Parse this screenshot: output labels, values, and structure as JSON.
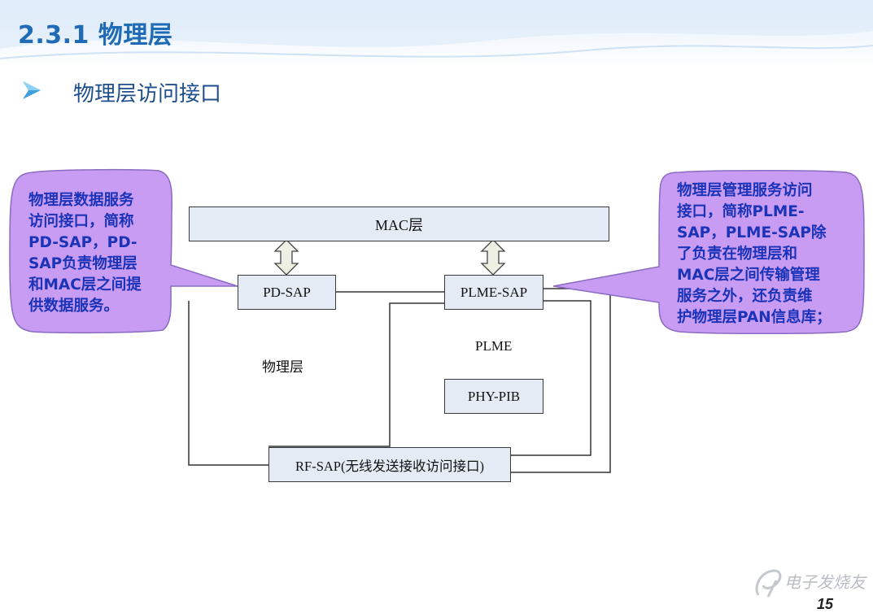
{
  "slide": {
    "title": "2.3.1  物理层",
    "bullet": "物理层访问接口",
    "page_number": "15"
  },
  "diagram": {
    "mac_layer": "MAC层",
    "pd_sap": "PD-SAP",
    "plme_sap": "PLME-SAP",
    "phy_layer": "物理层",
    "plme": "PLME",
    "phy_pib": "PHY-PIB",
    "rf_sap": "RF-SAP(无线发送接收访问接口)"
  },
  "callouts": {
    "left_lines": [
      "物理层数据服务",
      "访问接口，简称",
      "PD-SAP，PD-",
      "SAP负责物理层",
      "和MAC层之间提",
      "供数据服务。"
    ],
    "right_lines": [
      "物理层管理服务访问",
      "接口，简称PLME-",
      "SAP，PLME-SAP除",
      "了负责在物理层和",
      "MAC层之间传输管理",
      "服务之外，还负责维",
      "护物理层PAN信息库；"
    ]
  },
  "watermark": {
    "text": "电子发烧友"
  },
  "colors": {
    "title": "#1f6bb5",
    "callout_fill": "#c89cf2",
    "callout_text": "#1a33b8",
    "box_fill": "#e4ebf5"
  }
}
